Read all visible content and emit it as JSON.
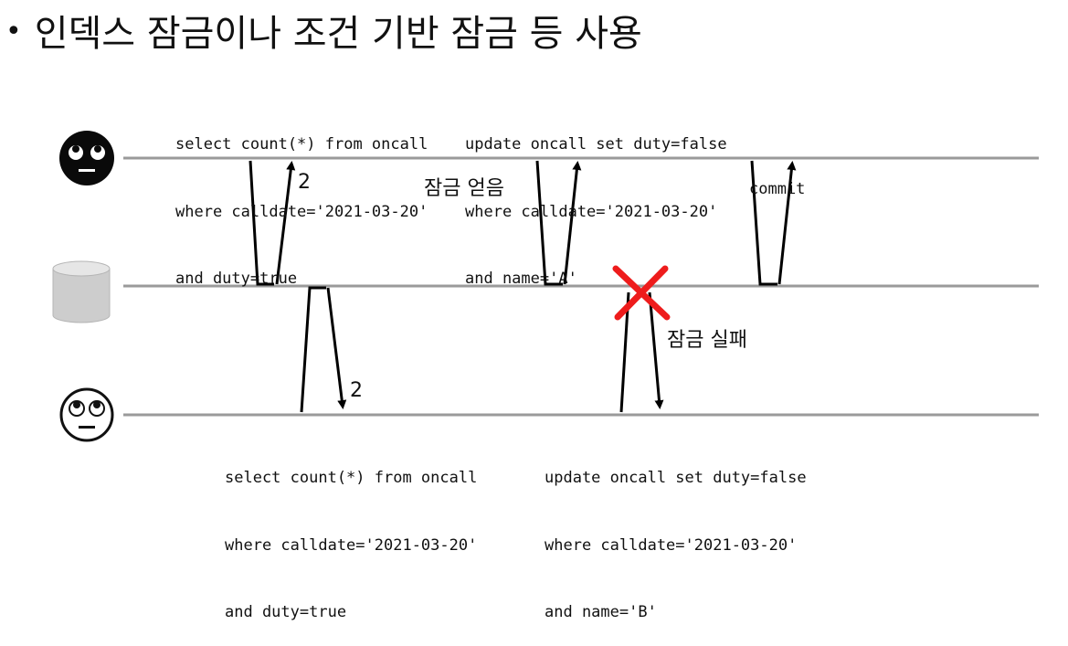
{
  "title": "인덱스 잠금이나 조건 기반 잠금 등 사용",
  "bullet": "•",
  "participants": [
    {
      "name": "user-a",
      "icon": "rolling-eyes-face-icon-dark"
    },
    {
      "name": "database",
      "icon": "database-cylinder-icon"
    },
    {
      "name": "user-b",
      "icon": "rolling-eyes-face-icon-light"
    }
  ],
  "top_queries": {
    "select": [
      "select count(*) from oncall",
      "where calldate='2021-03-20'",
      "and duty=true"
    ],
    "update": [
      "update oncall set duty=false",
      "where calldate='2021-03-20'",
      "and name='A'"
    ],
    "commit": "commit"
  },
  "bottom_queries": {
    "select": [
      "select count(*) from oncall",
      "where calldate='2021-03-20'",
      "and duty=true"
    ],
    "update": [
      "update oncall set duty=false",
      "where calldate='2021-03-20'",
      "and name='B'"
    ]
  },
  "results": {
    "top_count": "2",
    "bottom_count": "2"
  },
  "annotations": {
    "lock_acquired": "잠금 얻음",
    "lock_failed": "잠금 실패"
  },
  "colors": {
    "timeline": "#999999",
    "arrow": "#000000",
    "fail_mark": "#ee1c1c",
    "db_body": "#cfcfcf"
  }
}
